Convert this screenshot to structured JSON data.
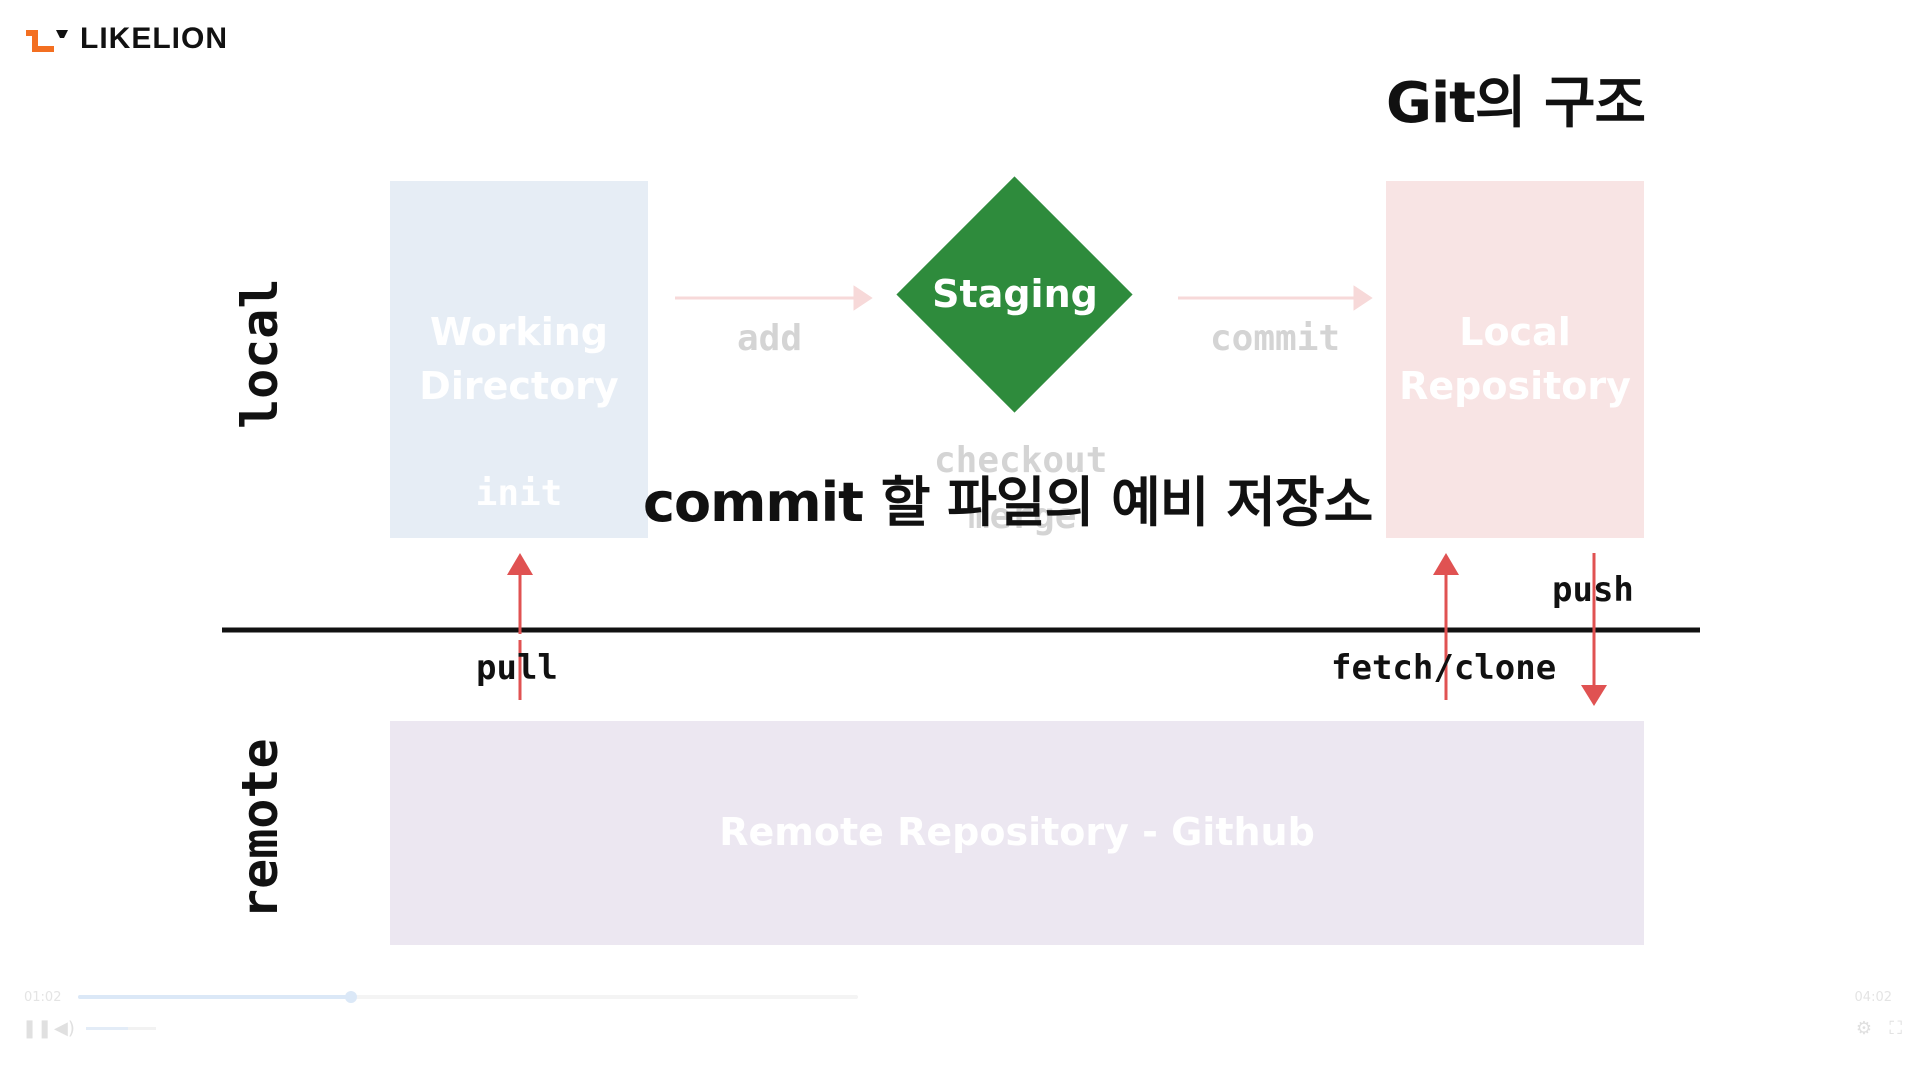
{
  "brand": {
    "name": "LIKELION",
    "color": "#f36f21"
  },
  "slide": {
    "title": "Git의 구조",
    "sections": {
      "local": "local",
      "remote": "remote"
    },
    "boxes": {
      "working": {
        "line1": "Working",
        "line2": "Directory",
        "sub": "init"
      },
      "staging": "Staging",
      "local_repo": {
        "line1": "Local",
        "line2": "Repository"
      },
      "remote_repo": "Remote Repository - Github"
    },
    "arrows": {
      "add": "add",
      "commit": "commit",
      "checkout": "checkout",
      "merge": "merge"
    },
    "ops": {
      "pull": "pull",
      "fetch_clone": "fetch/clone",
      "push": "push"
    },
    "caption": "commit 할 파일의 예비 저장소"
  },
  "player": {
    "current_time": "01:02",
    "duration": "04:02",
    "progress": 0.35,
    "volume": 0.6,
    "icons": [
      "pause-icon",
      "volume-icon",
      "settings-icon",
      "fullscreen-icon"
    ]
  },
  "colors": {
    "staging": "#2e8b3c",
    "arrow": "#e05252",
    "working_box": "#e6edf5",
    "local_box": "#f8e4e4",
    "remote_box": "#ece7f1"
  }
}
